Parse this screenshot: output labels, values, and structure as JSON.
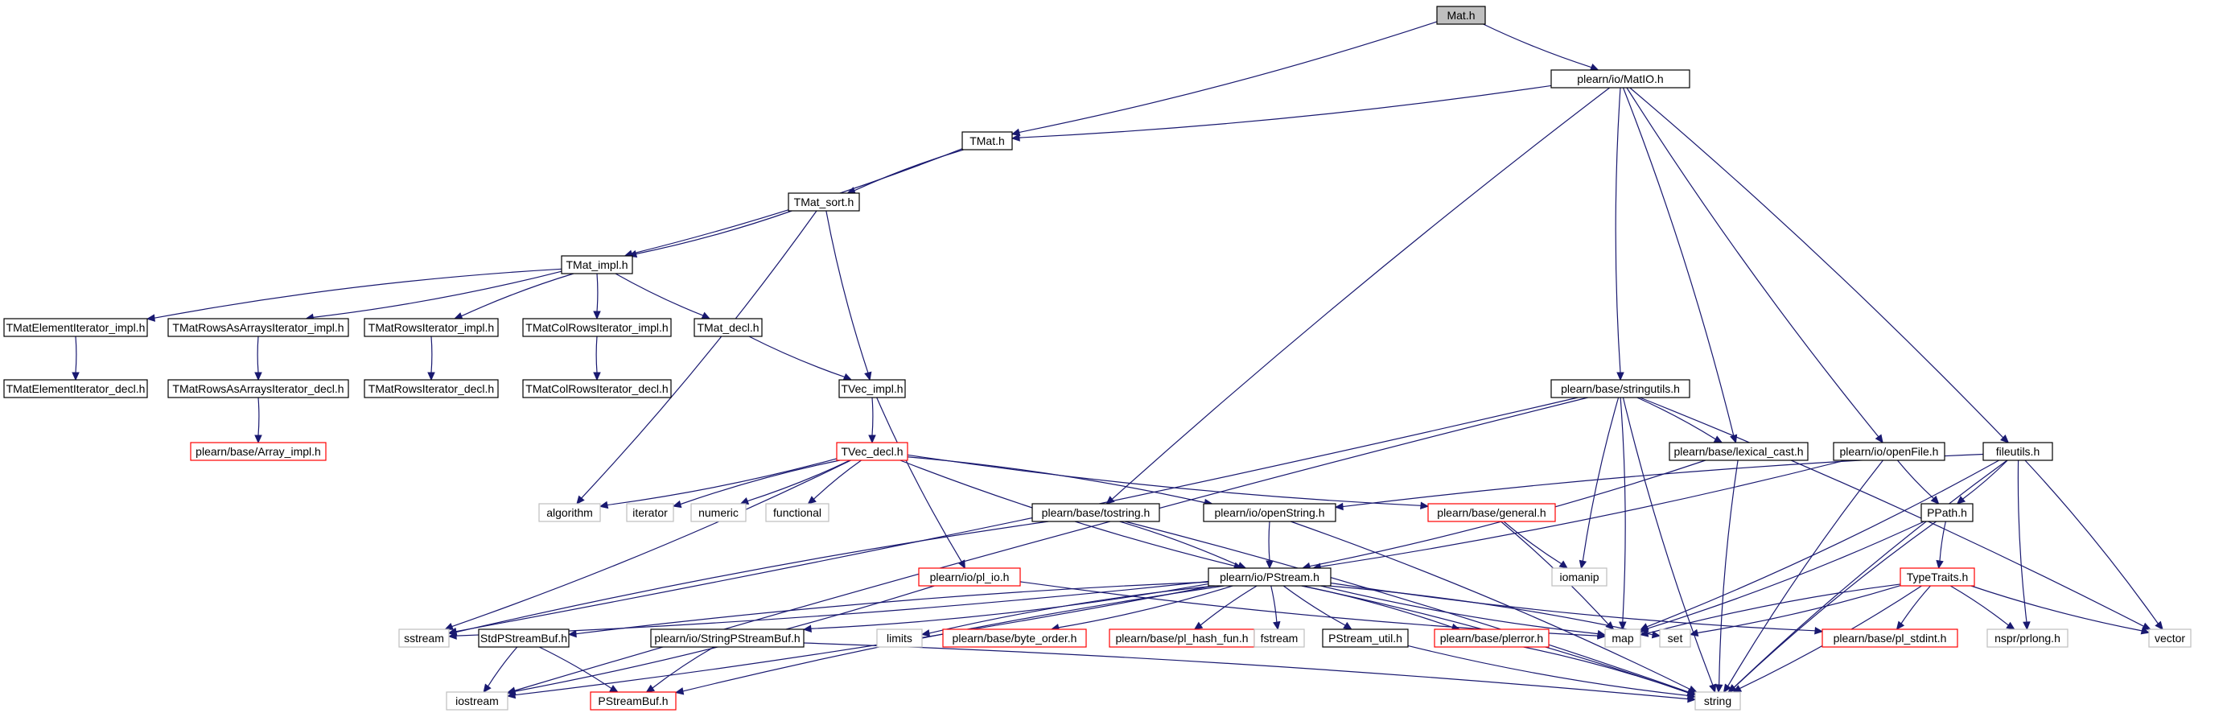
{
  "graph": {
    "edge_color": "#191970",
    "node_styles": {
      "root": {
        "fill": "#bfbfbf",
        "stroke": "#000000"
      },
      "normal": {
        "fill": "#ffffff",
        "stroke": "#000000"
      },
      "truncated": {
        "fill": "#ffffff",
        "stroke": "#ff0000"
      },
      "external": {
        "fill": "#ffffff",
        "stroke": "#bfbfbf"
      }
    },
    "nodes": [
      {
        "id": "mat",
        "label": "Mat.h",
        "style": "root"
      },
      {
        "id": "matio",
        "label": "plearn/io/MatIO.h",
        "style": "black"
      },
      {
        "id": "tmat",
        "label": "TMat.h",
        "style": "black"
      },
      {
        "id": "tmat_sort",
        "label": "TMat_sort.h",
        "style": "black"
      },
      {
        "id": "tmat_impl",
        "label": "TMat_impl.h",
        "style": "black"
      },
      {
        "id": "tmeii",
        "label": "TMatElementIterator_impl.h",
        "style": "black"
      },
      {
        "id": "tmraai",
        "label": "TMatRowsAsArraysIterator_impl.h",
        "style": "black"
      },
      {
        "id": "tmrii",
        "label": "TMatRowsIterator_impl.h",
        "style": "black"
      },
      {
        "id": "tmcrii",
        "label": "TMatColRowsIterator_impl.h",
        "style": "black"
      },
      {
        "id": "tmat_decl",
        "label": "TMat_decl.h",
        "style": "black"
      },
      {
        "id": "tmeid",
        "label": "TMatElementIterator_decl.h",
        "style": "black"
      },
      {
        "id": "tmraad",
        "label": "TMatRowsAsArraysIterator_decl.h",
        "style": "black"
      },
      {
        "id": "tmrid",
        "label": "TMatRowsIterator_decl.h",
        "style": "black"
      },
      {
        "id": "tmcrid",
        "label": "TMatColRowsIterator_decl.h",
        "style": "black"
      },
      {
        "id": "tvec_impl",
        "label": "TVec_impl.h",
        "style": "black"
      },
      {
        "id": "array_impl",
        "label": "plearn/base/Array_impl.h",
        "style": "red"
      },
      {
        "id": "tvec_decl",
        "label": "TVec_decl.h",
        "style": "red"
      },
      {
        "id": "stringutils",
        "label": "plearn/base/stringutils.h",
        "style": "black"
      },
      {
        "id": "lexical_cast",
        "label": "plearn/base/lexical_cast.h",
        "style": "black"
      },
      {
        "id": "openfile",
        "label": "plearn/io/openFile.h",
        "style": "black"
      },
      {
        "id": "fileutils",
        "label": "fileutils.h",
        "style": "black"
      },
      {
        "id": "algorithm",
        "label": "algorithm",
        "style": "gray"
      },
      {
        "id": "iterator",
        "label": "iterator",
        "style": "gray"
      },
      {
        "id": "numeric",
        "label": "numeric",
        "style": "gray"
      },
      {
        "id": "functional",
        "label": "functional",
        "style": "gray"
      },
      {
        "id": "tostring",
        "label": "plearn/base/tostring.h",
        "style": "black"
      },
      {
        "id": "openstring",
        "label": "plearn/io/openString.h",
        "style": "black"
      },
      {
        "id": "general",
        "label": "plearn/base/general.h",
        "style": "red"
      },
      {
        "id": "ppath",
        "label": "PPath.h",
        "style": "black"
      },
      {
        "id": "pl_io",
        "label": "plearn/io/pl_io.h",
        "style": "red"
      },
      {
        "id": "pstream",
        "label": "plearn/io/PStream.h",
        "style": "black"
      },
      {
        "id": "iomanip",
        "label": "iomanip",
        "style": "gray"
      },
      {
        "id": "typetraits",
        "label": "TypeTraits.h",
        "style": "red"
      },
      {
        "id": "sstream",
        "label": "sstream",
        "style": "gray"
      },
      {
        "id": "stdpsb",
        "label": "StdPStreamBuf.h",
        "style": "black"
      },
      {
        "id": "strpsb",
        "label": "plearn/io/StringPStreamBuf.h",
        "style": "black"
      },
      {
        "id": "limits",
        "label": "limits",
        "style": "gray"
      },
      {
        "id": "byte_order",
        "label": "plearn/base/byte_order.h",
        "style": "red"
      },
      {
        "id": "hash_fun",
        "label": "plearn/base/pl_hash_fun.h",
        "style": "red"
      },
      {
        "id": "fstream",
        "label": "fstream",
        "style": "gray"
      },
      {
        "id": "pstream_util",
        "label": "PStream_util.h",
        "style": "black"
      },
      {
        "id": "plerror",
        "label": "plearn/base/plerror.h",
        "style": "red"
      },
      {
        "id": "map",
        "label": "map",
        "style": "gray"
      },
      {
        "id": "set",
        "label": "set",
        "style": "gray"
      },
      {
        "id": "pl_stdint",
        "label": "plearn/base/pl_stdint.h",
        "style": "red"
      },
      {
        "id": "prlong",
        "label": "nspr/prlong.h",
        "style": "gray"
      },
      {
        "id": "vector",
        "label": "vector",
        "style": "gray"
      },
      {
        "id": "iostream",
        "label": "iostream",
        "style": "gray"
      },
      {
        "id": "psb",
        "label": "PStreamBuf.h",
        "style": "red"
      },
      {
        "id": "string",
        "label": "string",
        "style": "gray"
      }
    ],
    "edges": [
      [
        "mat",
        "tmat"
      ],
      [
        "mat",
        "matio"
      ],
      [
        "matio",
        "tmat"
      ],
      [
        "matio",
        "stringutils"
      ],
      [
        "matio",
        "lexical_cast"
      ],
      [
        "matio",
        "openfile"
      ],
      [
        "matio",
        "fileutils"
      ],
      [
        "matio",
        "tostring"
      ],
      [
        "tmat",
        "tmat_impl"
      ],
      [
        "tmat",
        "tmat_sort"
      ],
      [
        "tmat_sort",
        "tmat_impl"
      ],
      [
        "tmat_sort",
        "tvec_impl"
      ],
      [
        "tmat_sort",
        "algorithm"
      ],
      [
        "tmat_impl",
        "tmeii"
      ],
      [
        "tmat_impl",
        "tmraai"
      ],
      [
        "tmat_impl",
        "tmrii"
      ],
      [
        "tmat_impl",
        "tmcrii"
      ],
      [
        "tmat_impl",
        "tmat_decl"
      ],
      [
        "tmeii",
        "tmeid"
      ],
      [
        "tmraai",
        "tmraad"
      ],
      [
        "tmrii",
        "tmrid"
      ],
      [
        "tmcrii",
        "tmcrid"
      ],
      [
        "tmraad",
        "array_impl"
      ],
      [
        "tmat_decl",
        "tvec_impl"
      ],
      [
        "tvec_impl",
        "tvec_decl"
      ],
      [
        "tvec_impl",
        "pl_io"
      ],
      [
        "tvec_decl",
        "algorithm"
      ],
      [
        "tvec_decl",
        "iterator"
      ],
      [
        "tvec_decl",
        "numeric"
      ],
      [
        "tvec_decl",
        "functional"
      ],
      [
        "tvec_decl",
        "sstream"
      ],
      [
        "tvec_decl",
        "pstream"
      ],
      [
        "tvec_decl",
        "openstring"
      ],
      [
        "tvec_decl",
        "general"
      ],
      [
        "stringutils",
        "lexical_cast"
      ],
      [
        "stringutils",
        "iostream"
      ],
      [
        "stringutils",
        "sstream"
      ],
      [
        "stringutils",
        "iomanip"
      ],
      [
        "stringutils",
        "map"
      ],
      [
        "stringutils",
        "string"
      ],
      [
        "stringutils",
        "vector"
      ],
      [
        "lexical_cast",
        "string"
      ],
      [
        "lexical_cast",
        "pstream"
      ],
      [
        "openfile",
        "ppath"
      ],
      [
        "openfile",
        "pstream"
      ],
      [
        "openfile",
        "string"
      ],
      [
        "fileutils",
        "ppath"
      ],
      [
        "fileutils",
        "openstring"
      ],
      [
        "fileutils",
        "map"
      ],
      [
        "fileutils",
        "prlong"
      ],
      [
        "fileutils",
        "vector"
      ],
      [
        "fileutils",
        "string"
      ],
      [
        "tostring",
        "pstream"
      ],
      [
        "tostring",
        "sstream"
      ],
      [
        "tostring",
        "string"
      ],
      [
        "openstring",
        "pstream"
      ],
      [
        "openstring",
        "string"
      ],
      [
        "general",
        "iomanip"
      ],
      [
        "general",
        "map"
      ],
      [
        "ppath",
        "typetraits"
      ],
      [
        "ppath",
        "map"
      ],
      [
        "ppath",
        "string"
      ],
      [
        "pl_io",
        "iostream"
      ],
      [
        "pl_io",
        "map"
      ],
      [
        "pstream",
        "sstream"
      ],
      [
        "pstream",
        "stdpsb"
      ],
      [
        "pstream",
        "strpsb"
      ],
      [
        "pstream",
        "limits"
      ],
      [
        "pstream",
        "byte_order"
      ],
      [
        "pstream",
        "hash_fun"
      ],
      [
        "pstream",
        "fstream"
      ],
      [
        "pstream",
        "pstream_util"
      ],
      [
        "pstream",
        "plerror"
      ],
      [
        "pstream",
        "map"
      ],
      [
        "pstream",
        "set"
      ],
      [
        "pstream",
        "pl_stdint"
      ],
      [
        "pstream",
        "iostream"
      ],
      [
        "pstream",
        "psb"
      ],
      [
        "pstream",
        "string"
      ],
      [
        "typetraits",
        "map"
      ],
      [
        "typetraits",
        "set"
      ],
      [
        "typetraits",
        "pl_stdint"
      ],
      [
        "typetraits",
        "prlong"
      ],
      [
        "typetraits",
        "vector"
      ],
      [
        "typetraits",
        "string"
      ],
      [
        "stdpsb",
        "iostream"
      ],
      [
        "stdpsb",
        "psb"
      ],
      [
        "strpsb",
        "psb"
      ],
      [
        "strpsb",
        "string"
      ],
      [
        "pstream_util",
        "string"
      ],
      [
        "plerror",
        "string"
      ]
    ]
  }
}
